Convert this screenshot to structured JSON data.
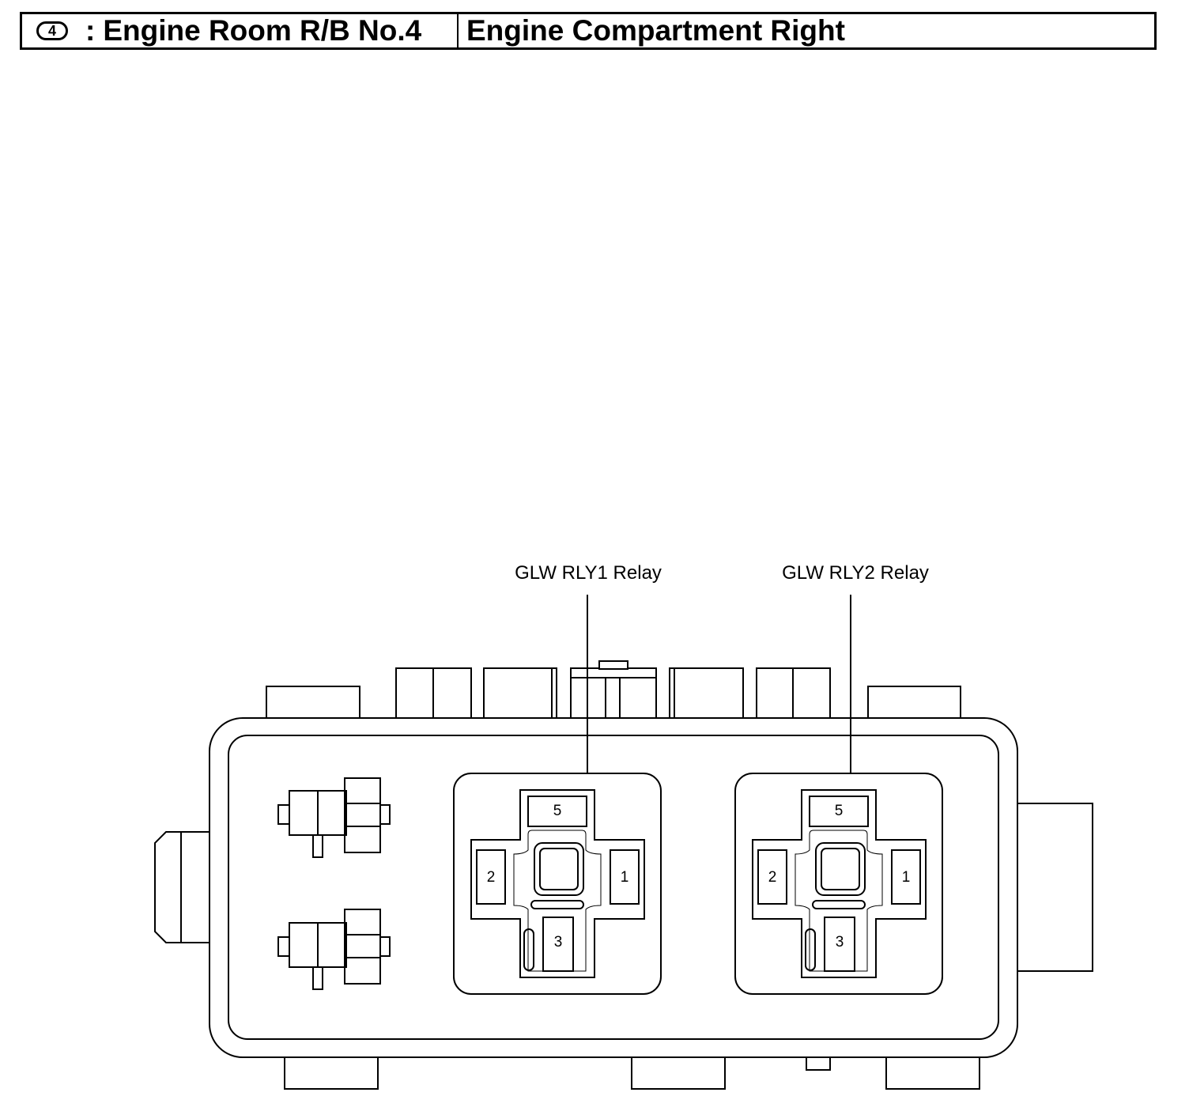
{
  "header": {
    "badge": "4",
    "separator": ":",
    "title": "Engine Room R/B No.4",
    "location": "Engine Compartment Right"
  },
  "relays": [
    {
      "label": "GLW RLY1 Relay",
      "pins": {
        "top": "5",
        "left": "2",
        "right": "1",
        "bottom": "3"
      }
    },
    {
      "label": "GLW RLY2 Relay",
      "pins": {
        "top": "5",
        "left": "2",
        "right": "1",
        "bottom": "3"
      }
    }
  ]
}
